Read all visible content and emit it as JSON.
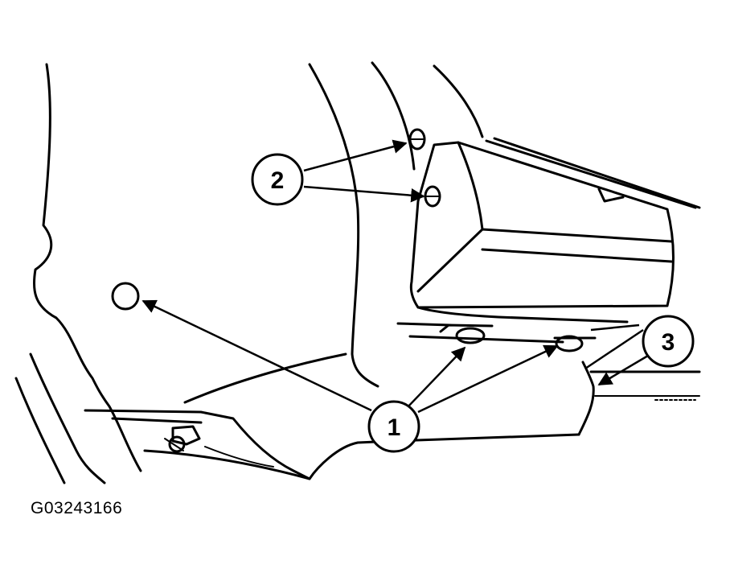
{
  "figure_code": "G03243166",
  "callouts": [
    {
      "label": "1"
    },
    {
      "label": "2"
    },
    {
      "label": "3"
    }
  ]
}
